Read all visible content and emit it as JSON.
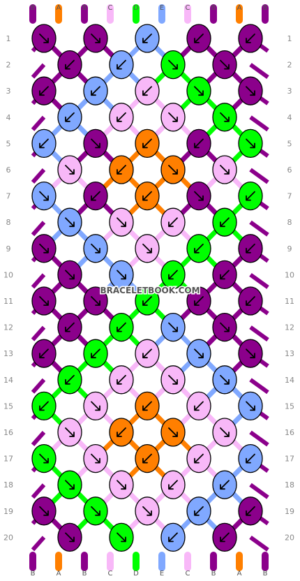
{
  "watermark": "BRACELETBOOK.COM",
  "colors": {
    "B": "#8b008b",
    "A": "#ff7f00",
    "C": "#f8b8f8",
    "D": "#00ff00",
    "E": "#80a8ff"
  },
  "top_strings": [
    "B",
    "A",
    "B",
    "C",
    "D",
    "E",
    "C",
    "B",
    "A",
    "B"
  ],
  "bottom_strings": [
    "B",
    "A",
    "B",
    "C",
    "D",
    "E",
    "C",
    "B",
    "A",
    "B"
  ],
  "rows": [
    "1",
    "2",
    "3",
    "4",
    "5",
    "6",
    "7",
    "8",
    "9",
    "10",
    "11",
    "12",
    "13",
    "14",
    "15",
    "16",
    "17",
    "18",
    "19",
    "20"
  ],
  "knots": [
    [
      {
        "c": "B",
        "d": "right"
      },
      {
        "c": "B",
        "d": "right"
      },
      {
        "c": "E",
        "d": "left"
      },
      {
        "c": "B",
        "d": "left"
      },
      {
        "c": "B",
        "d": "left"
      }
    ],
    [
      {
        "c": "B",
        "d": "left"
      },
      {
        "c": "E",
        "d": "left"
      },
      {
        "c": "D",
        "d": "right"
      },
      {
        "c": "B",
        "d": "right"
      }
    ],
    [
      {
        "c": "B",
        "d": "left"
      },
      {
        "c": "E",
        "d": "left"
      },
      {
        "c": "C",
        "d": "left"
      },
      {
        "c": "D",
        "d": "right"
      },
      {
        "c": "B",
        "d": "right"
      }
    ],
    [
      {
        "c": "E",
        "d": "left"
      },
      {
        "c": "C",
        "d": "left"
      },
      {
        "c": "C",
        "d": "right"
      },
      {
        "c": "D",
        "d": "right"
      }
    ],
    [
      {
        "c": "E",
        "d": "left"
      },
      {
        "c": "B",
        "d": "right"
      },
      {
        "c": "A",
        "d": "left"
      },
      {
        "c": "B",
        "d": "left"
      },
      {
        "c": "D",
        "d": "right"
      }
    ],
    [
      {
        "c": "C",
        "d": "right"
      },
      {
        "c": "A",
        "d": "left"
      },
      {
        "c": "A",
        "d": "right"
      },
      {
        "c": "C",
        "d": "right"
      }
    ],
    [
      {
        "c": "E",
        "d": "right"
      },
      {
        "c": "B",
        "d": "left"
      },
      {
        "c": "A",
        "d": "left"
      },
      {
        "c": "B",
        "d": "right"
      },
      {
        "c": "D",
        "d": "left"
      }
    ],
    [
      {
        "c": "E",
        "d": "right"
      },
      {
        "c": "C",
        "d": "right"
      },
      {
        "c": "C",
        "d": "left"
      },
      {
        "c": "D",
        "d": "left"
      }
    ],
    [
      {
        "c": "B",
        "d": "right"
      },
      {
        "c": "E",
        "d": "right"
      },
      {
        "c": "C",
        "d": "right"
      },
      {
        "c": "D",
        "d": "left"
      },
      {
        "c": "B",
        "d": "left"
      }
    ],
    [
      {
        "c": "B",
        "d": "right"
      },
      {
        "c": "E",
        "d": "right"
      },
      {
        "c": "D",
        "d": "left"
      },
      {
        "c": "B",
        "d": "left"
      }
    ],
    [
      {
        "c": "B",
        "d": "right"
      },
      {
        "c": "B",
        "d": "right"
      },
      {
        "c": "D",
        "d": "left"
      },
      {
        "c": "B",
        "d": "left"
      },
      {
        "c": "B",
        "d": "left"
      }
    ],
    [
      {
        "c": "B",
        "d": "left"
      },
      {
        "c": "D",
        "d": "left"
      },
      {
        "c": "E",
        "d": "right"
      },
      {
        "c": "B",
        "d": "right"
      }
    ],
    [
      {
        "c": "B",
        "d": "left"
      },
      {
        "c": "D",
        "d": "left"
      },
      {
        "c": "C",
        "d": "left"
      },
      {
        "c": "E",
        "d": "right"
      },
      {
        "c": "B",
        "d": "right"
      }
    ],
    [
      {
        "c": "D",
        "d": "left"
      },
      {
        "c": "C",
        "d": "left"
      },
      {
        "c": "C",
        "d": "right"
      },
      {
        "c": "E",
        "d": "right"
      }
    ],
    [
      {
        "c": "D",
        "d": "left"
      },
      {
        "c": "C",
        "d": "right"
      },
      {
        "c": "A",
        "d": "left"
      },
      {
        "c": "C",
        "d": "left"
      },
      {
        "c": "E",
        "d": "right"
      }
    ],
    [
      {
        "c": "C",
        "d": "right"
      },
      {
        "c": "A",
        "d": "left"
      },
      {
        "c": "A",
        "d": "right"
      },
      {
        "c": "C",
        "d": "right"
      }
    ],
    [
      {
        "c": "D",
        "d": "right"
      },
      {
        "c": "C",
        "d": "right"
      },
      {
        "c": "A",
        "d": "left"
      },
      {
        "c": "C",
        "d": "left"
      },
      {
        "c": "E",
        "d": "left"
      }
    ],
    [
      {
        "c": "D",
        "d": "right"
      },
      {
        "c": "C",
        "d": "right"
      },
      {
        "c": "C",
        "d": "left"
      },
      {
        "c": "E",
        "d": "left"
      }
    ],
    [
      {
        "c": "B",
        "d": "right"
      },
      {
        "c": "D",
        "d": "right"
      },
      {
        "c": "C",
        "d": "right"
      },
      {
        "c": "E",
        "d": "left"
      },
      {
        "c": "B",
        "d": "left"
      }
    ],
    [
      {
        "c": "B",
        "d": "right"
      },
      {
        "c": "D",
        "d": "right"
      },
      {
        "c": "E",
        "d": "left"
      },
      {
        "c": "B",
        "d": "left"
      }
    ]
  ]
}
